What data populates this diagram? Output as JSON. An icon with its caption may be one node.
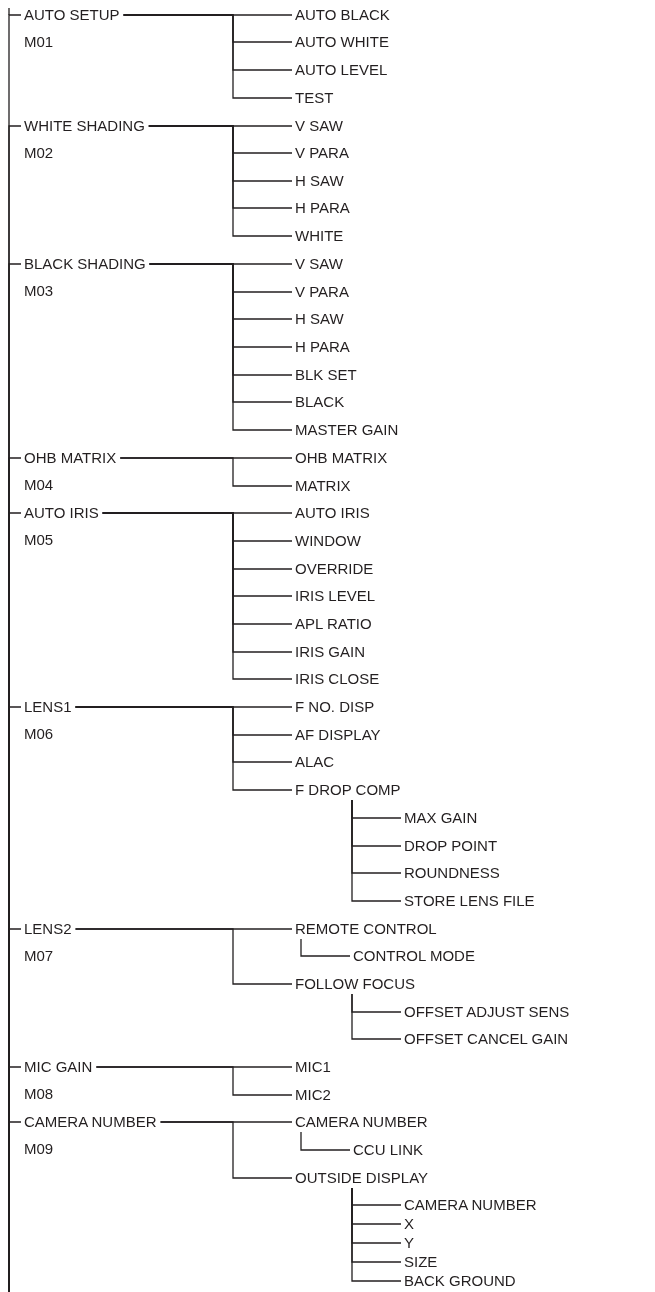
{
  "diagram": {
    "nodes": [
      {
        "text": [
          "AUTO SETUP",
          "M01"
        ]
      },
      {
        "text": [
          "AUTO BLACK"
        ]
      },
      {
        "text": [
          "AUTO WHITE"
        ]
      },
      {
        "text": [
          "AUTO LEVEL"
        ]
      },
      {
        "text": [
          "TEST"
        ]
      },
      {
        "text": [
          "WHITE SHADING",
          "M02"
        ]
      },
      {
        "text": [
          "V SAW"
        ]
      },
      {
        "text": [
          "V PARA"
        ]
      },
      {
        "text": [
          "H SAW"
        ]
      },
      {
        "text": [
          "H PARA"
        ]
      },
      {
        "text": [
          "WHITE"
        ]
      },
      {
        "text": [
          "BLACK SHADING",
          "M03"
        ]
      },
      {
        "text": [
          "V SAW"
        ]
      },
      {
        "text": [
          "V PARA"
        ]
      },
      {
        "text": [
          "H SAW"
        ]
      },
      {
        "text": [
          "H PARA"
        ]
      },
      {
        "text": [
          "BLK SET"
        ]
      },
      {
        "text": [
          "BLACK"
        ]
      },
      {
        "text": [
          "MASTER GAIN"
        ]
      },
      {
        "text": [
          "OHB MATRIX",
          "M04"
        ]
      },
      {
        "text": [
          "OHB MATRIX"
        ]
      },
      {
        "text": [
          "MATRIX"
        ]
      },
      {
        "text": [
          "AUTO IRIS",
          "M05"
        ]
      },
      {
        "text": [
          "AUTO IRIS"
        ]
      },
      {
        "text": [
          "WINDOW"
        ]
      },
      {
        "text": [
          "OVERRIDE"
        ]
      },
      {
        "text": [
          "IRIS LEVEL"
        ]
      },
      {
        "text": [
          "APL RATIO"
        ]
      },
      {
        "text": [
          "IRIS GAIN"
        ]
      },
      {
        "text": [
          "IRIS CLOSE"
        ]
      },
      {
        "text": [
          "LENS1",
          "M06"
        ]
      },
      {
        "text": [
          "F NO. DISP"
        ]
      },
      {
        "text": [
          "AF DISPLAY"
        ]
      },
      {
        "text": [
          "ALAC"
        ]
      },
      {
        "text": [
          "F DROP COMP"
        ]
      },
      {
        "text": [
          "MAX GAIN"
        ]
      },
      {
        "text": [
          "DROP POINT"
        ]
      },
      {
        "text": [
          "ROUNDNESS"
        ]
      },
      {
        "text": [
          "STORE LENS FILE"
        ]
      },
      {
        "text": [
          "LENS2",
          "M07"
        ]
      },
      {
        "text": [
          "REMOTE CONTROL"
        ]
      },
      {
        "text": [
          "CONTROL MODE"
        ]
      },
      {
        "text": [
          "FOLLOW FOCUS"
        ]
      },
      {
        "text": [
          "OFFSET ADJUST SENS"
        ]
      },
      {
        "text": [
          "OFFSET CANCEL GAIN"
        ]
      },
      {
        "text": [
          "MIC GAIN",
          "M08"
        ]
      },
      {
        "text": [
          "MIC1"
        ]
      },
      {
        "text": [
          "MIC2"
        ]
      },
      {
        "text": [
          "CAMERA NUMBER",
          "M09"
        ]
      },
      {
        "text": [
          "CAMERA NUMBER"
        ]
      },
      {
        "text": [
          "CCU LINK"
        ]
      },
      {
        "text": [
          "OUTSIDE DISPLAY"
        ]
      },
      {
        "text": [
          "CAMERA NUMBER"
        ]
      },
      {
        "text": [
          "X"
        ]
      },
      {
        "text": [
          "Y"
        ]
      },
      {
        "text": [
          "SIZE"
        ]
      },
      {
        "text": [
          "BACK GROUND"
        ]
      }
    ],
    "edges": [
      {
        "from": null,
        "to": 0,
        "arrow": "none"
      },
      {
        "from": null,
        "to": 5,
        "arrow": "none"
      },
      {
        "from": null,
        "to": 11,
        "arrow": "none"
      },
      {
        "from": null,
        "to": 19,
        "arrow": "none"
      },
      {
        "from": null,
        "to": 22,
        "arrow": "none"
      },
      {
        "from": null,
        "to": 30,
        "arrow": "none"
      },
      {
        "from": null,
        "to": 39,
        "arrow": "none"
      },
      {
        "from": null,
        "to": 45,
        "arrow": "none"
      },
      {
        "from": null,
        "to": 48,
        "arrow": "none"
      },
      {
        "from": 0,
        "to": 1,
        "arrow": "none"
      },
      {
        "from": 0,
        "to": 2,
        "arrow": "none"
      },
      {
        "from": 0,
        "to": 3,
        "arrow": "none"
      },
      {
        "from": 0,
        "to": 4,
        "arrow": "none"
      },
      {
        "from": 5,
        "to": 6,
        "arrow": "none"
      },
      {
        "from": 5,
        "to": 7,
        "arrow": "none"
      },
      {
        "from": 5,
        "to": 8,
        "arrow": "none"
      },
      {
        "from": 5,
        "to": 9,
        "arrow": "none"
      },
      {
        "from": 5,
        "to": 10,
        "arrow": "none"
      },
      {
        "from": 11,
        "to": 12,
        "arrow": "none"
      },
      {
        "from": 11,
        "to": 13,
        "arrow": "none"
      },
      {
        "from": 11,
        "to": 14,
        "arrow": "none"
      },
      {
        "from": 11,
        "to": 15,
        "arrow": "none"
      },
      {
        "from": 11,
        "to": 16,
        "arrow": "none"
      },
      {
        "from": 11,
        "to": 17,
        "arrow": "none"
      },
      {
        "from": 11,
        "to": 18,
        "arrow": "none"
      },
      {
        "from": 19,
        "to": 20,
        "arrow": "none"
      },
      {
        "from": 19,
        "to": 21,
        "arrow": "none"
      },
      {
        "from": 22,
        "to": 23,
        "arrow": "none"
      },
      {
        "from": 22,
        "to": 24,
        "arrow": "none"
      },
      {
        "from": 22,
        "to": 25,
        "arrow": "none"
      },
      {
        "from": 22,
        "to": 26,
        "arrow": "none"
      },
      {
        "from": 22,
        "to": 27,
        "arrow": "none"
      },
      {
        "from": 22,
        "to": 28,
        "arrow": "none"
      },
      {
        "from": 22,
        "to": 29,
        "arrow": "none"
      },
      {
        "from": 30,
        "to": 31,
        "arrow": "none"
      },
      {
        "from": 30,
        "to": 32,
        "arrow": "none"
      },
      {
        "from": 30,
        "to": 33,
        "arrow": "none"
      },
      {
        "from": 30,
        "to": 34,
        "arrow": "none"
      },
      {
        "from": 34,
        "to": 35,
        "arrow": "none"
      },
      {
        "from": 34,
        "to": 36,
        "arrow": "none"
      },
      {
        "from": 34,
        "to": 37,
        "arrow": "none"
      },
      {
        "from": 34,
        "to": 38,
        "arrow": "none"
      },
      {
        "from": 39,
        "to": 40,
        "arrow": "none"
      },
      {
        "from": 39,
        "to": 42,
        "arrow": "none"
      },
      {
        "from": 40,
        "to": 41,
        "arrow": "none"
      },
      {
        "from": 42,
        "to": 43,
        "arrow": "none"
      },
      {
        "from": 42,
        "to": 44,
        "arrow": "none"
      },
      {
        "from": 45,
        "to": 46,
        "arrow": "none"
      },
      {
        "from": 45,
        "to": 47,
        "arrow": "none"
      },
      {
        "from": 48,
        "to": 49,
        "arrow": "none"
      },
      {
        "from": 48,
        "to": 51,
        "arrow": "none"
      },
      {
        "from": 49,
        "to": 50,
        "arrow": "none"
      },
      {
        "from": 51,
        "to": 52,
        "arrow": "none"
      },
      {
        "from": 51,
        "to": 53,
        "arrow": "none"
      },
      {
        "from": 51,
        "to": 54,
        "arrow": "none"
      },
      {
        "from": 51,
        "to": 55,
        "arrow": "none"
      },
      {
        "from": 51,
        "to": 56,
        "arrow": "none"
      }
    ]
  }
}
